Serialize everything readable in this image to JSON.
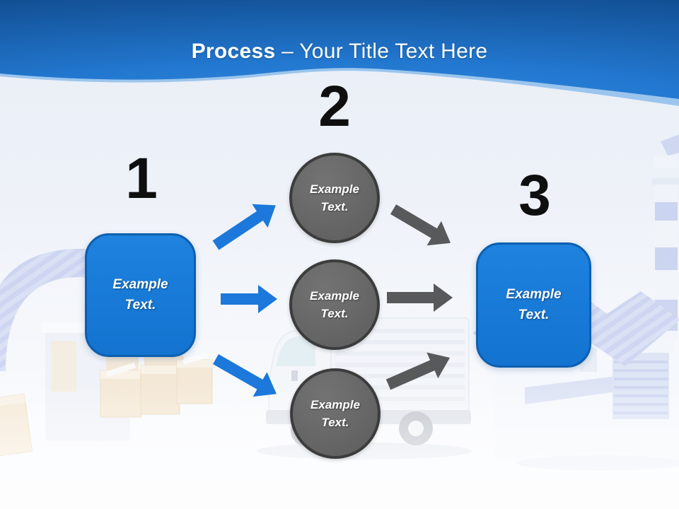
{
  "header": {
    "title_emphasis": "Process",
    "title_rest": "– Your Title Text Here"
  },
  "steps": [
    {
      "number": "1",
      "type": "box",
      "label": "Example Text."
    },
    {
      "number": "2",
      "type": "circles",
      "labels": [
        "Example Text.",
        "Example Text.",
        "Example Text."
      ]
    },
    {
      "number": "3",
      "type": "box",
      "label": "Example Text."
    }
  ],
  "colors": {
    "header_gradient": [
      "#3590e2",
      "#2277cf",
      "#124f93"
    ],
    "header_wave_highlight": "#5aa2e6",
    "arrow_blue": "#1c78da",
    "arrow_gray": "#58595b",
    "box_fill": "#1678d5",
    "box_border": "#0d5fae",
    "circle_fill": "#666666",
    "circle_border": "#3c3c3c",
    "number_color": "#0f0f0f",
    "title_color": "#ffffff"
  },
  "background": {
    "illustrations": [
      "warehouse-icon",
      "delivery-truck-icon",
      "factory-icon"
    ]
  }
}
